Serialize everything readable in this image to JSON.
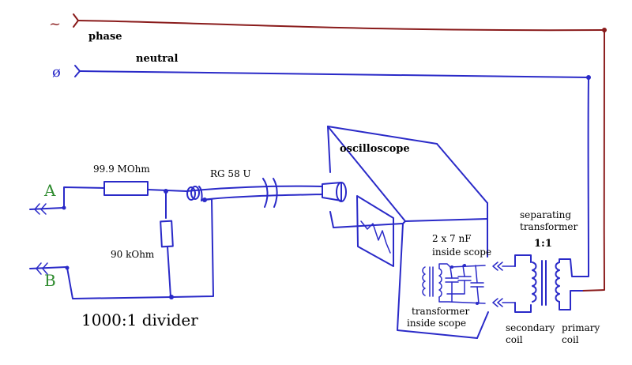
{
  "colors": {
    "wire": "#2a2ac8",
    "phase_wire": "#8a1c1c",
    "terminal_label": "#2e8b2e",
    "text": "#000000"
  },
  "mains": {
    "phase_symbol": "~",
    "phase_label": "phase",
    "neutral_symbol": "ø",
    "neutral_label": "neutral"
  },
  "divider": {
    "terminal_a": "A",
    "terminal_b": "B",
    "resistor_top": "99.9 MOhm",
    "resistor_bottom": "90 kOhm",
    "caption": "1000:1 divider"
  },
  "cable": {
    "label": "RG 58 U"
  },
  "oscilloscope": {
    "title": "oscilloscope",
    "capacitors": "2 x 7 nF",
    "capacitors_note": "inside scope",
    "transformer_label": "transformer",
    "transformer_note": "inside scope"
  },
  "separating_transformer": {
    "label_line1": "separating",
    "label_line2": "transformer",
    "ratio": "1:1",
    "secondary_line1": "secondary",
    "secondary_line2": "coil",
    "primary_line1": "primary",
    "primary_line2": "coil"
  }
}
